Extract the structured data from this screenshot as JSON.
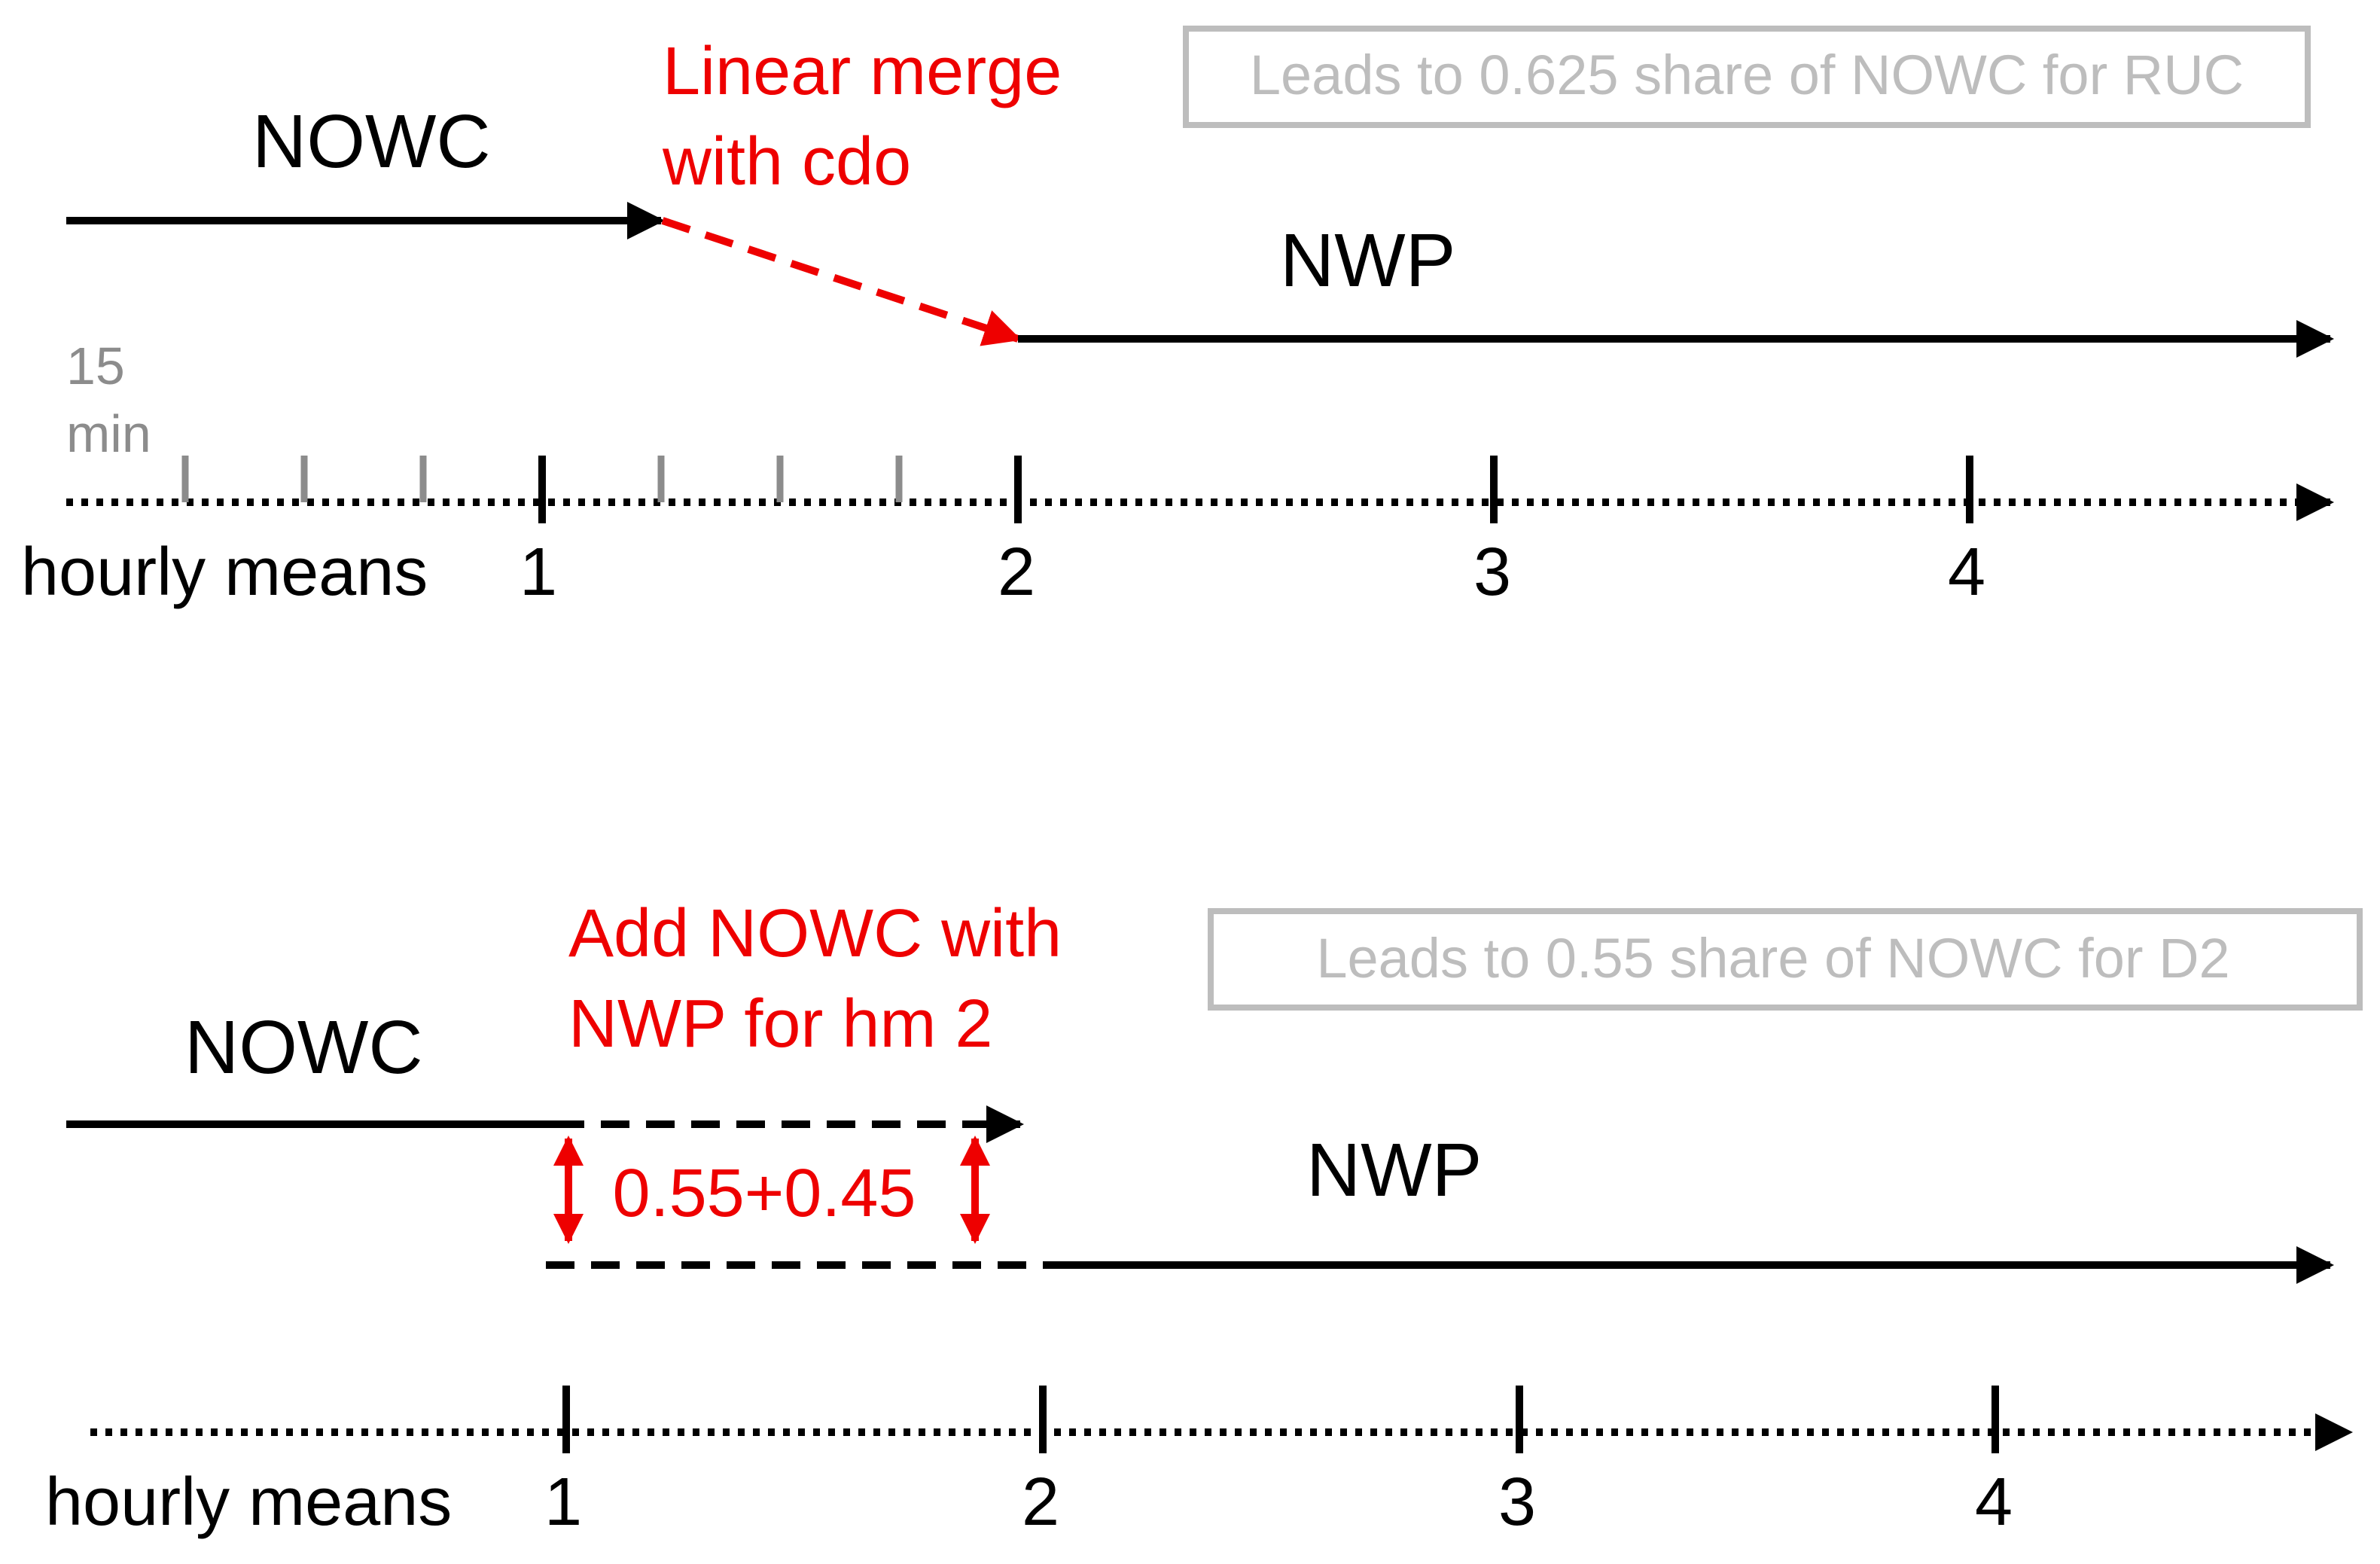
{
  "top": {
    "stream_a_label": "NOWC",
    "merge_note_line1": "Linear merge",
    "merge_note_line2": "with cdo",
    "stream_b_label": "NWP",
    "box_note": "Leads to 0.625 share of NOWC for RUC",
    "minor_tick_label_line1": "15",
    "minor_tick_label_line2": "min",
    "axis_label": "hourly means",
    "axis_ticks": [
      "1",
      "2",
      "3",
      "4"
    ]
  },
  "bottom": {
    "stream_a_label": "NOWC",
    "merge_note_line1": "Add NOWC with",
    "merge_note_line2": "NWP for hm 2",
    "stream_b_label": "NWP",
    "weight_label": "0.55+0.45",
    "box_note": "Leads to 0.55 share of NOWC for D2",
    "axis_label": "hourly means",
    "axis_ticks": [
      "1",
      "2",
      "3",
      "4"
    ]
  },
  "colors": {
    "line": "#000000",
    "highlight": "#ee0000",
    "muted": "#8c8c8c",
    "box": "#bdbdbd"
  }
}
